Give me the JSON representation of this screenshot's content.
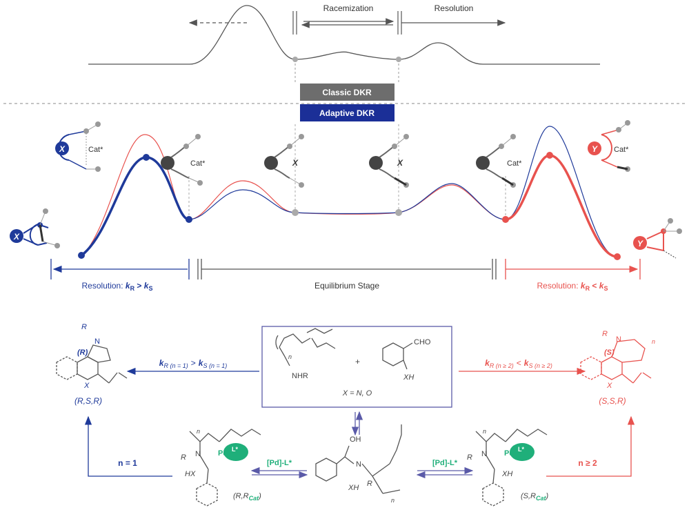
{
  "colors": {
    "blue": "#1f3a9a",
    "red": "#e8524e",
    "grey": "#6a6a6a",
    "green": "#1faf7a",
    "classic": "#6d6d6d",
    "adaptive": "#1b2f97"
  },
  "top": {
    "racemization": "Racemization",
    "resolution": "Resolution"
  },
  "badges": {
    "classic": "Classic DKR",
    "adaptive": "Adaptive DKR"
  },
  "energy": {
    "cat": "Cat*",
    "x": "X",
    "y": "Y",
    "res_left_prefix": "Resolution: ",
    "res_left_kr": "k",
    "res_left_r": "R",
    "res_left_op": " > ",
    "res_left_ks": "k",
    "res_left_s": "S",
    "equilibrium": "Equilibrium Stage",
    "res_right_prefix": "Resolution: ",
    "res_right_kr": "k",
    "res_right_r": "R",
    "res_right_op": " < ",
    "res_right_ks": "k",
    "res_right_s": "S"
  },
  "scheme": {
    "left_product": {
      "r": "R",
      "n": "N",
      "label_r": "(R)",
      "x": "X",
      "config": "(R,S,R)"
    },
    "right_product": {
      "r": "R",
      "n": "N",
      "label_s": "(S)",
      "x": "X",
      "sub_n": "n",
      "config": "(S,S,R)"
    },
    "left_rate": {
      "k1": "k",
      "sub1": "R (n = 1)",
      "op": ">",
      "k2": "k",
      "sub2": "S (n = 1)"
    },
    "right_rate": {
      "k1": "k",
      "sub1": "R (n ≥ 2)",
      "op": "<",
      "k2": "k",
      "sub2": "S (n ≥ 2)"
    },
    "box": {
      "n": "n",
      "nhr": "NHR",
      "plus": "+",
      "cho": "CHO",
      "xh": "XH",
      "condition": "X = N, O"
    },
    "bottom_center": {
      "oh": "OH",
      "n": "N",
      "r": "R",
      "xh": "XH",
      "sub_n": "n"
    },
    "pd_left": {
      "n": "n",
      "r": "R",
      "N": "N",
      "pd": "Pd",
      "l": "L*",
      "hx": "HX",
      "config": "(R,R",
      "cat": "Cat",
      "close": ")"
    },
    "pd_right": {
      "n": "n",
      "r": "R",
      "N": "N",
      "pd": "Pd",
      "l": "L*",
      "xh": "XH",
      "config": "(S,R",
      "cat": "Cat",
      "close": ")"
    },
    "pd_reagent_left": "[Pd]-L*",
    "pd_reagent_right": "[Pd]-L*",
    "n_eq_1": "n = 1",
    "n_ge_2": "n ≥ 2"
  }
}
